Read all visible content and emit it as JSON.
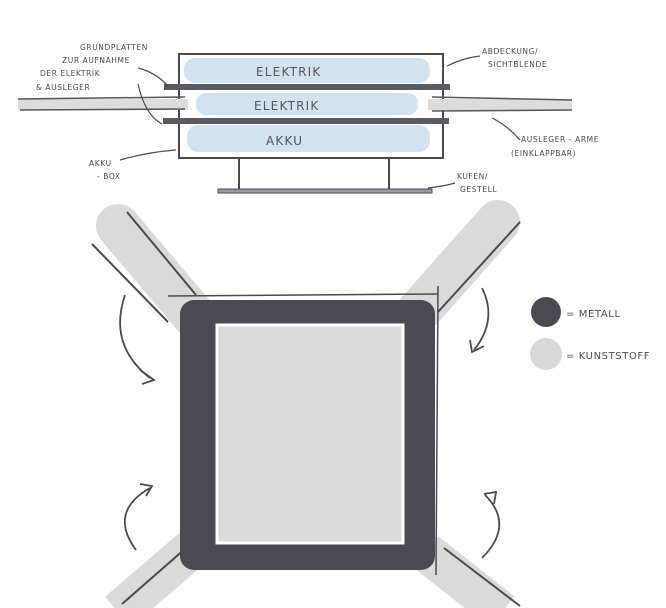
{
  "labels": {
    "grundplatten": [
      "GRUNDPLATTEN",
      "ZUR AUFNAHME",
      "DER ELEKTRIK",
      "& AUSLEGER"
    ],
    "abdeckung": [
      "ABDECKUNG/",
      "SICHTBLENDE"
    ],
    "ausleger": [
      "AUSLEGER - ARME",
      "(EINKLAPPBAR)"
    ],
    "akku_box": [
      "AKKU",
      "- BOX"
    ],
    "kufen": [
      "KUFEN/",
      "GESTELL"
    ],
    "compartments": [
      "ELEKTRIK",
      "ELEKTRIK",
      "AKKU"
    ]
  },
  "legend": [
    {
      "label": "= METALL",
      "color": "#4a4a50"
    },
    {
      "label": "= KUNSTSTOFF",
      "color": "#d9d9d9"
    }
  ],
  "colors": {
    "ink": "#4a4a52",
    "metal": "#4a4a50",
    "plastic": "#d9d9d9",
    "compartment": "#d2e2ef"
  }
}
